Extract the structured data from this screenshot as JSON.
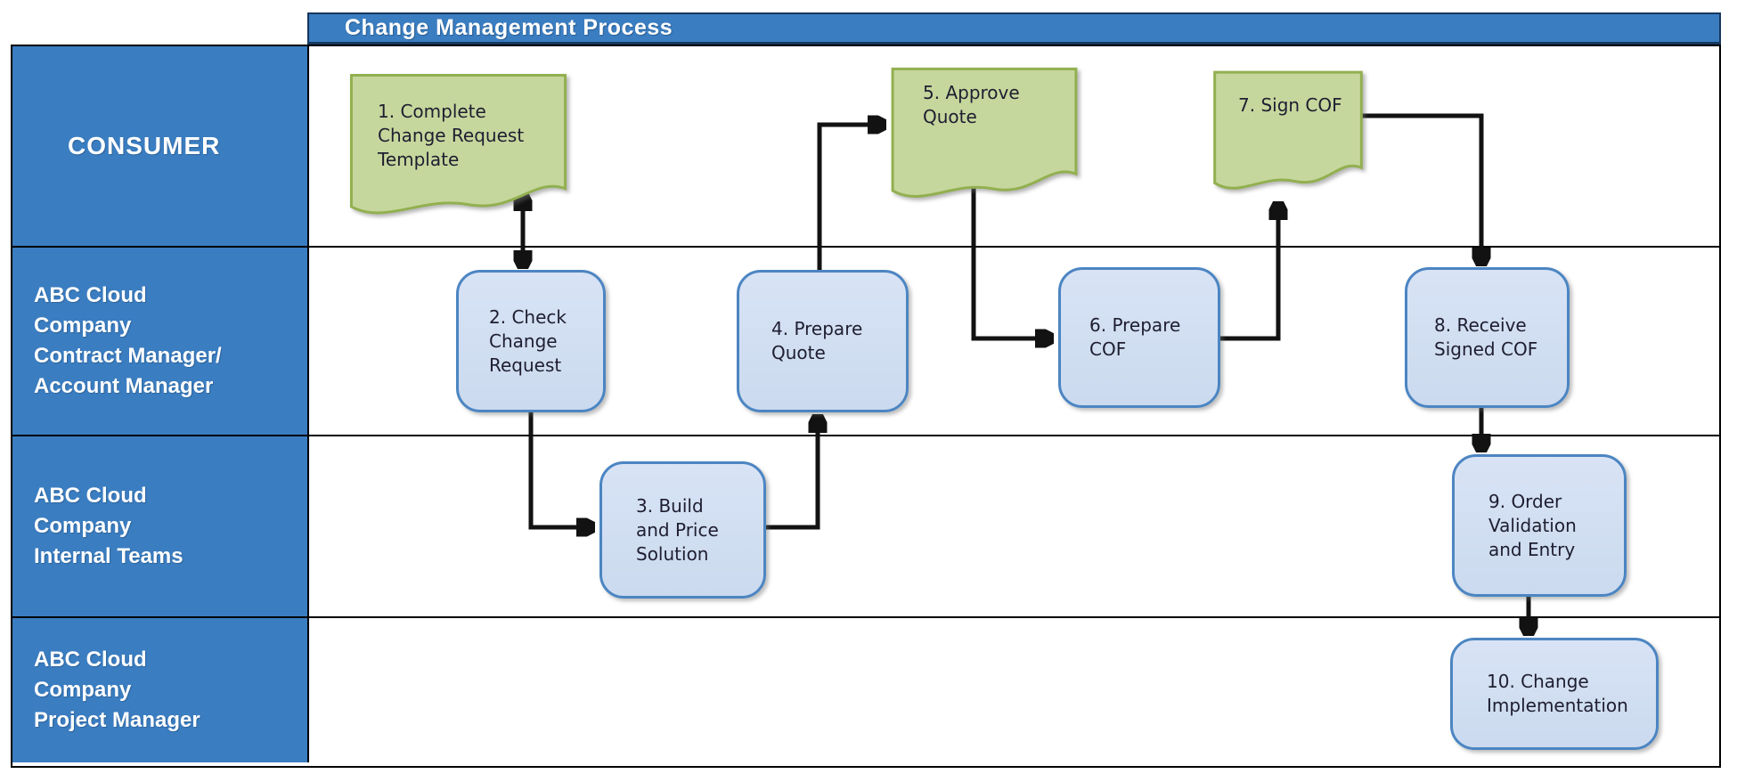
{
  "title": "Change Management Process",
  "colors": {
    "lane_blue": "#3A7DC1",
    "title_border_navy": "#16375E",
    "document_fill": "#C6D79D",
    "document_border": "#92B050",
    "process_fill": "#CFDDF1",
    "process_border": "#4C85C2",
    "arrow": "#121212",
    "grid_line": "#000000",
    "lane_text": "#FFFFFF",
    "shape_text": "#1E1E30"
  },
  "lanes": [
    {
      "label": "CONSUMER"
    },
    {
      "label": "ABC Cloud\nCompany\nContract Manager/\nAccount Manager"
    },
    {
      "label": "ABC Cloud\nCompany\nInternal Teams"
    },
    {
      "label": "ABC Cloud\nCompany\nProject Manager"
    }
  ],
  "steps": [
    {
      "num": 1,
      "type": "document",
      "lane": "CONSUMER",
      "label": "1. Complete\nChange Request\nTemplate"
    },
    {
      "num": 2,
      "type": "process",
      "lane": "ABC Cloud Company Contract Manager/Account Manager",
      "label": "2. Check\nChange\nRequest"
    },
    {
      "num": 3,
      "type": "process",
      "lane": "ABC Cloud Company Internal Teams",
      "label": "3. Build\nand Price\nSolution"
    },
    {
      "num": 4,
      "type": "process",
      "lane": "ABC Cloud Company Contract Manager/Account Manager",
      "label": "4. Prepare\nQuote"
    },
    {
      "num": 5,
      "type": "document",
      "lane": "CONSUMER",
      "label": "5. Approve\nQuote"
    },
    {
      "num": 6,
      "type": "process",
      "lane": "ABC Cloud Company Contract Manager/Account Manager",
      "label": "6. Prepare\nCOF"
    },
    {
      "num": 7,
      "type": "document",
      "lane": "CONSUMER",
      "label": "7. Sign COF"
    },
    {
      "num": 8,
      "type": "process",
      "lane": "ABC Cloud Company Contract Manager/Account Manager",
      "label": "8. Receive\nSigned COF"
    },
    {
      "num": 9,
      "type": "process",
      "lane": "ABC Cloud Company Internal Teams",
      "label": "9. Order\nValidation\nand Entry"
    },
    {
      "num": 10,
      "type": "process",
      "lane": "ABC Cloud Company Project Manager",
      "label": "10. Change\nImplementation"
    }
  ],
  "flow": [
    {
      "from": 1,
      "to": 2,
      "style": "bidirectional"
    },
    {
      "from": 2,
      "to": 3
    },
    {
      "from": 3,
      "to": 4
    },
    {
      "from": 4,
      "to": 5
    },
    {
      "from": 5,
      "to": 6
    },
    {
      "from": 6,
      "to": 7
    },
    {
      "from": 7,
      "to": 8
    },
    {
      "from": 8,
      "to": 9
    },
    {
      "from": 9,
      "to": 10
    }
  ]
}
